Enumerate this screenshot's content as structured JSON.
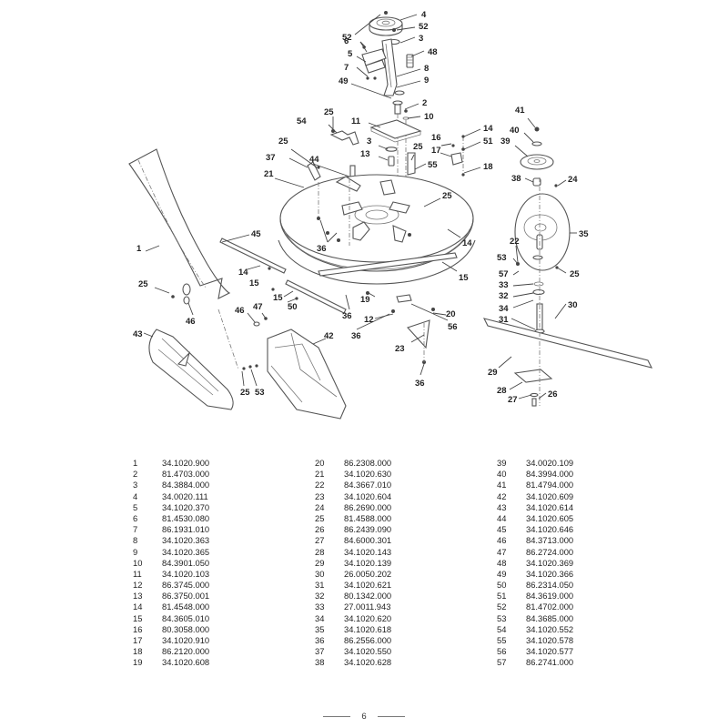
{
  "document": {
    "type": "exploded parts diagram",
    "subject": "mower cutting deck assembly"
  },
  "diagram": {
    "callouts": [
      "1",
      "2",
      "3",
      "4",
      "5",
      "6",
      "7",
      "8",
      "9",
      "10",
      "11",
      "12",
      "13",
      "14",
      "15",
      "16",
      "17",
      "18",
      "19",
      "20",
      "21",
      "22",
      "23",
      "24",
      "25",
      "26",
      "27",
      "28",
      "29",
      "30",
      "31",
      "32",
      "33",
      "34",
      "35",
      "36",
      "37",
      "38",
      "39",
      "40",
      "41",
      "42",
      "43",
      "44",
      "45",
      "46",
      "47",
      "48",
      "49",
      "50",
      "51",
      "52",
      "53",
      "54",
      "55",
      "56",
      "57"
    ]
  },
  "parts_list": {
    "columns": [
      [
        {
          "no": "1",
          "code": "34.1020.900"
        },
        {
          "no": "2",
          "code": "81.4703.000"
        },
        {
          "no": "3",
          "code": "84.3884.000"
        },
        {
          "no": "4",
          "code": "34.0020.111"
        },
        {
          "no": "5",
          "code": "34.1020.370"
        },
        {
          "no": "6",
          "code": "81.4530.080"
        },
        {
          "no": "7",
          "code": "86.1931.010"
        },
        {
          "no": "8",
          "code": "34.1020.363"
        },
        {
          "no": "9",
          "code": "34.1020.365"
        },
        {
          "no": "10",
          "code": "84.3901.050"
        },
        {
          "no": "11",
          "code": "34.1020.103"
        },
        {
          "no": "12",
          "code": "86.3745.000"
        },
        {
          "no": "13",
          "code": "86.3750.001"
        },
        {
          "no": "14",
          "code": "81.4548.000"
        },
        {
          "no": "15",
          "code": "84.3605.010"
        },
        {
          "no": "16",
          "code": "80.3058.000"
        },
        {
          "no": "17",
          "code": "34.1020.910"
        },
        {
          "no": "18",
          "code": "86.2120.000"
        },
        {
          "no": "19",
          "code": "34.1020.608"
        }
      ],
      [
        {
          "no": "20",
          "code": "86.2308.000"
        },
        {
          "no": "21",
          "code": "34.1020.630"
        },
        {
          "no": "22",
          "code": "84.3667.010"
        },
        {
          "no": "23",
          "code": "34.1020.604"
        },
        {
          "no": "24",
          "code": "86.2690.000"
        },
        {
          "no": "25",
          "code": "81.4588.000"
        },
        {
          "no": "26",
          "code": "86.2439.090"
        },
        {
          "no": "27",
          "code": "84.6000.301"
        },
        {
          "no": "28",
          "code": "34.1020.143"
        },
        {
          "no": "29",
          "code": "34.1020.139"
        },
        {
          "no": "30",
          "code": "26.0050.202"
        },
        {
          "no": "31",
          "code": "34.1020.621"
        },
        {
          "no": "32",
          "code": "80.1342.000"
        },
        {
          "no": "33",
          "code": "27.0011.943"
        },
        {
          "no": "34",
          "code": "34.1020.620"
        },
        {
          "no": "35",
          "code": "34.1020.618"
        },
        {
          "no": "36",
          "code": "86.2556.000"
        },
        {
          "no": "37",
          "code": "34.1020.550"
        },
        {
          "no": "38",
          "code": "34.1020.628"
        }
      ],
      [
        {
          "no": "39",
          "code": "34.0020.109"
        },
        {
          "no": "40",
          "code": "84.3994.000"
        },
        {
          "no": "41",
          "code": "81.4794.000"
        },
        {
          "no": "42",
          "code": "34.1020.609"
        },
        {
          "no": "43",
          "code": "34.1020.614"
        },
        {
          "no": "44",
          "code": "34.1020.605"
        },
        {
          "no": "45",
          "code": "34.1020.646"
        },
        {
          "no": "46",
          "code": "84.3713.000"
        },
        {
          "no": "47",
          "code": "86.2724.000"
        },
        {
          "no": "48",
          "code": "34.1020.369"
        },
        {
          "no": "49",
          "code": "34.1020.366"
        },
        {
          "no": "50",
          "code": "86.2314.050"
        },
        {
          "no": "51",
          "code": "84.3619.000"
        },
        {
          "no": "52",
          "code": "81.4702.000"
        },
        {
          "no": "53",
          "code": "84.3685.000"
        },
        {
          "no": "54",
          "code": "34.1020.552"
        },
        {
          "no": "55",
          "code": "34.1020.578"
        },
        {
          "no": "56",
          "code": "34.1020.577"
        },
        {
          "no": "57",
          "code": "86.2741.000"
        }
      ]
    ]
  },
  "footer": {
    "page_number": "6"
  }
}
